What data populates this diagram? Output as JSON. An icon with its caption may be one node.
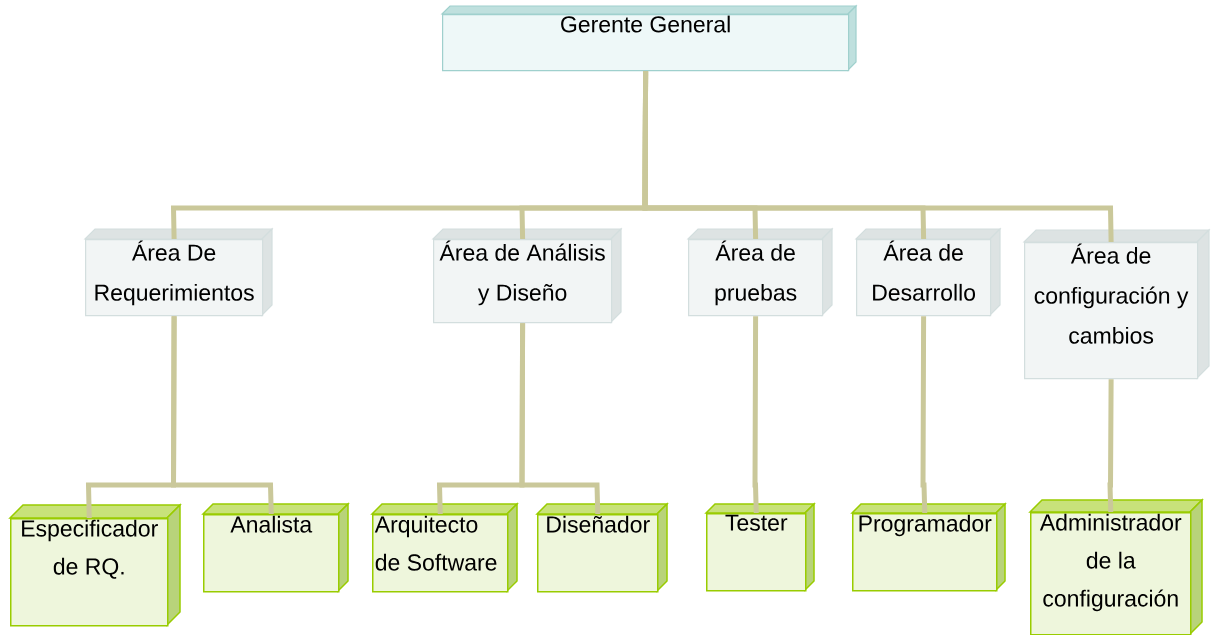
{
  "diagram": {
    "nodes": [
      {
        "text": [
          "Gerente General"
        ]
      },
      {
        "text": [
          "Área De Requerimientos"
        ]
      },
      {
        "text": [
          "Área de Análisis y Diseño"
        ]
      },
      {
        "text": [
          "Área de pruebas"
        ]
      },
      {
        "text": [
          "Área de Desarrollo"
        ]
      },
      {
        "text": [
          "Área de configuración y cambios"
        ]
      },
      {
        "text": [
          "Especificador de RQ."
        ]
      },
      {
        "text": [
          "Analista"
        ]
      },
      {
        "text": [
          "Arquitecto de Software"
        ]
      },
      {
        "text": [
          "Diseñador"
        ]
      },
      {
        "text": [
          "Tester"
        ]
      },
      {
        "text": [
          "Programador"
        ]
      },
      {
        "text": [
          "Administrador de la configuración"
        ]
      }
    ],
    "edges": [
      {
        "from": 0,
        "to": 1,
        "arrow": "none"
      },
      {
        "from": 0,
        "to": 2,
        "arrow": "none"
      },
      {
        "from": 0,
        "to": 3,
        "arrow": "none"
      },
      {
        "from": 0,
        "to": 4,
        "arrow": "none"
      },
      {
        "from": 0,
        "to": 5,
        "arrow": "none"
      },
      {
        "from": 1,
        "to": 6,
        "arrow": "none"
      },
      {
        "from": 1,
        "to": 7,
        "arrow": "none"
      },
      {
        "from": 2,
        "to": 8,
        "arrow": "none"
      },
      {
        "from": 2,
        "to": 9,
        "arrow": "none"
      },
      {
        "from": 3,
        "to": 10,
        "arrow": "none"
      },
      {
        "from": 4,
        "to": 11,
        "arrow": "none"
      },
      {
        "from": 5,
        "to": 12,
        "arrow": "none"
      }
    ]
  }
}
